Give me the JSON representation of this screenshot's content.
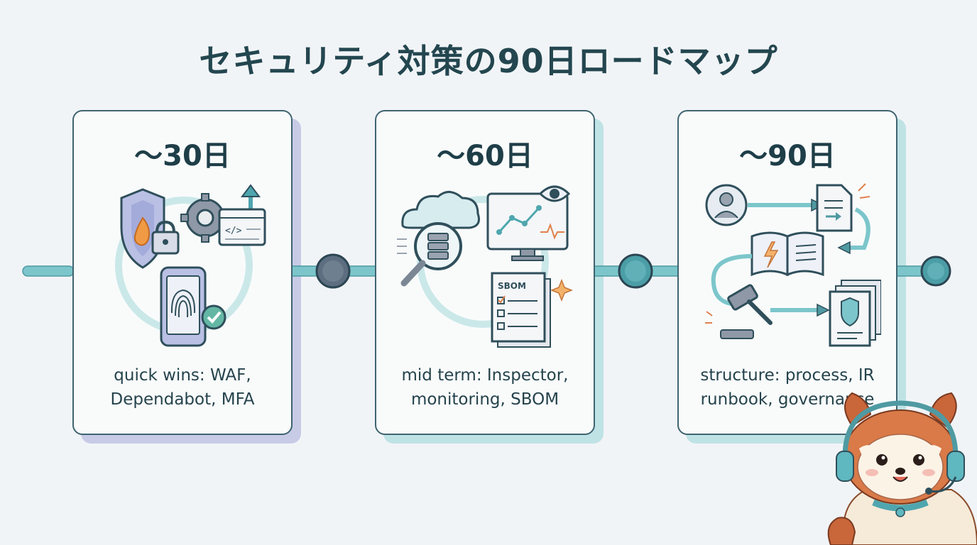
{
  "title": "セキュリティ対策の90日ロードマップ",
  "phases": [
    {
      "period": "〜30日",
      "line1": "quick wins: WAF,",
      "line2": "Dependabot, MFA",
      "icon_names": [
        "shield-fire-icon",
        "lock-icon",
        "gear-icon",
        "code-window-icon",
        "arrow-up-icon",
        "phone-fingerprint-icon",
        "check-badge-icon"
      ]
    },
    {
      "period": "〜60日",
      "line1": "mid term: Inspector,",
      "line2": "monitoring, SBOM",
      "sbom_label": "SBOM",
      "icon_names": [
        "cloud-icon",
        "magnifier-server-icon",
        "monitor-chart-icon",
        "eye-icon",
        "sbom-document-icon",
        "sparkle-icon"
      ]
    },
    {
      "period": "〜90日",
      "line1": "structure: process, IR",
      "line2": "runbook, governance",
      "icon_names": [
        "user-icon",
        "document-icon",
        "runbook-book-icon",
        "gavel-icon",
        "policy-documents-icon"
      ]
    }
  ],
  "colors": {
    "ink": "#23464f",
    "teal": "#5fb7bf",
    "light_teal": "#bfe3e5",
    "lavender": "#c7cbe6",
    "node": "#5a6f80",
    "orange": "#e88a3a"
  },
  "mascot": "red-panda-with-headset"
}
